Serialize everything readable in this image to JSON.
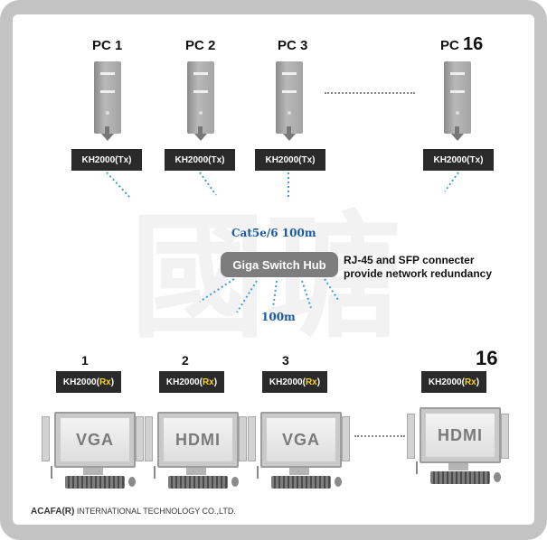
{
  "sources": [
    {
      "label": "PC 1",
      "unit": "KH2000(Tx)"
    },
    {
      "label": "PC 2",
      "unit": "KH2000(Tx)"
    },
    {
      "label": "PC 3",
      "unit": "KH2000(Tx)"
    },
    {
      "label_prefix": "PC",
      "label_num": "16",
      "unit": "KH2000(Tx)"
    }
  ],
  "hub": {
    "label": "Giga Switch Hub",
    "cable_top": "Cat5e/6 100m",
    "cable_bottom": "100m",
    "note_line1": "RJ-45 and SFP connecter",
    "note_line2": "provide network redundancy"
  },
  "receivers": [
    {
      "number": "1",
      "unit_prefix": "KH2000(",
      "unit_hl": "Rx",
      "unit_suffix": ")",
      "screen": "VGA"
    },
    {
      "number": "2",
      "unit_prefix": "KH2000(",
      "unit_hl": "Rx",
      "unit_suffix": ")",
      "screen": "HDMI"
    },
    {
      "number": "3",
      "unit_prefix": "KH2000(",
      "unit_hl": "Rx",
      "unit_suffix": ")",
      "screen": "VGA"
    },
    {
      "number": "16",
      "unit_prefix": "KH2000(",
      "unit_hl": "Rx",
      "unit_suffix": ")",
      "screen": "HDMI"
    }
  ],
  "footer": {
    "brand": "ACAFA(R)",
    "rest": "INTERNATIONAL TECHNOLOGY CO.,LTD."
  },
  "colors": {
    "frame": "#c3c3c3",
    "unit_box": "#2a2a2a",
    "rx_highlight": "#ffd400",
    "cable_text": "#1a5aa0",
    "cable_line": "#3aa0d8",
    "hub": "#7d7d7d"
  }
}
